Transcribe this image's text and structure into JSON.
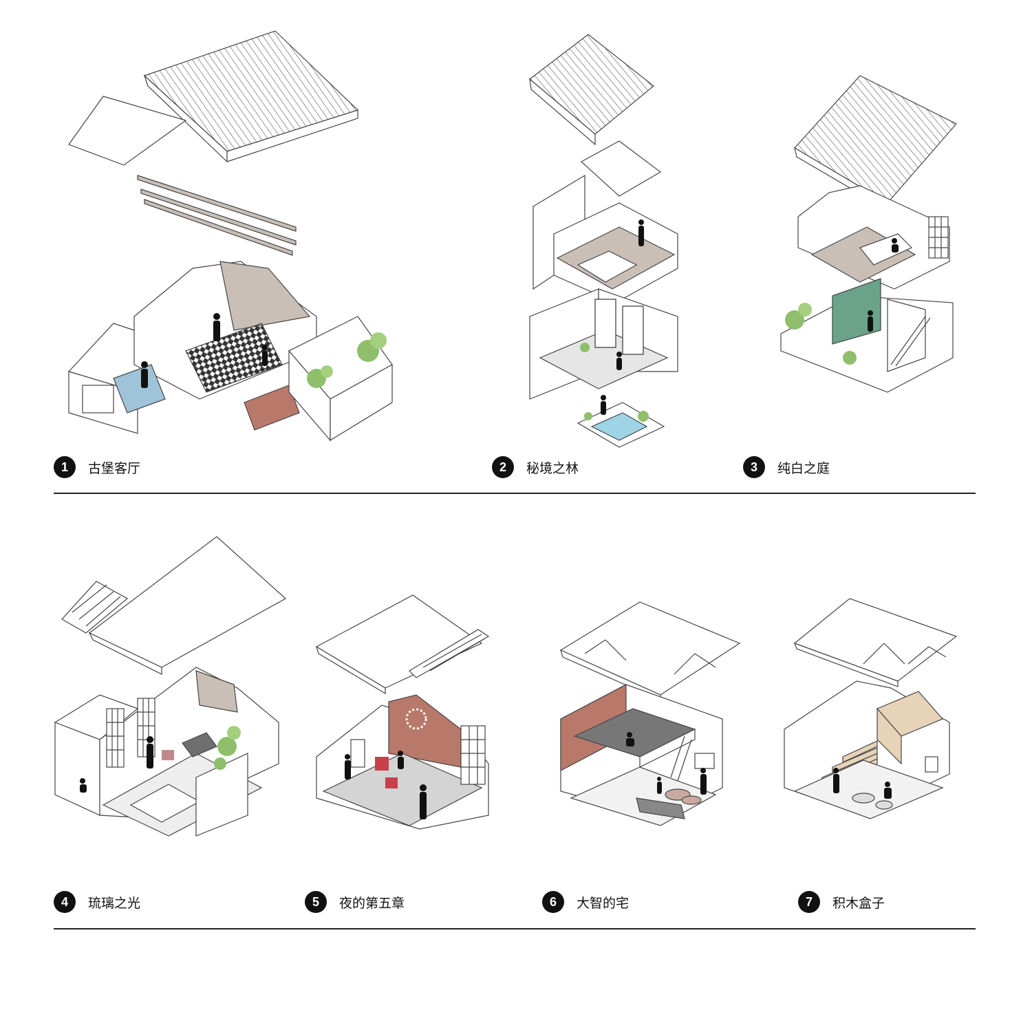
{
  "diagrams": [
    {
      "number": "1",
      "title": "古堡客厅"
    },
    {
      "number": "2",
      "title": "秘境之林"
    },
    {
      "number": "3",
      "title": "纯白之庭"
    },
    {
      "number": "4",
      "title": "琉璃之光"
    },
    {
      "number": "5",
      "title": "夜的第五章"
    },
    {
      "number": "6",
      "title": "大智的宅"
    },
    {
      "number": "7",
      "title": "积木盒子"
    }
  ],
  "colors": {
    "line": "#444444",
    "wood": "#c9bfb6",
    "brick": "#b8796b",
    "plant": "#8fbf6a",
    "water": "#9fd3e6",
    "tile": "#555555",
    "glass": "#6aa38a",
    "oak": "#e7d3b8",
    "figure": "#111111"
  }
}
